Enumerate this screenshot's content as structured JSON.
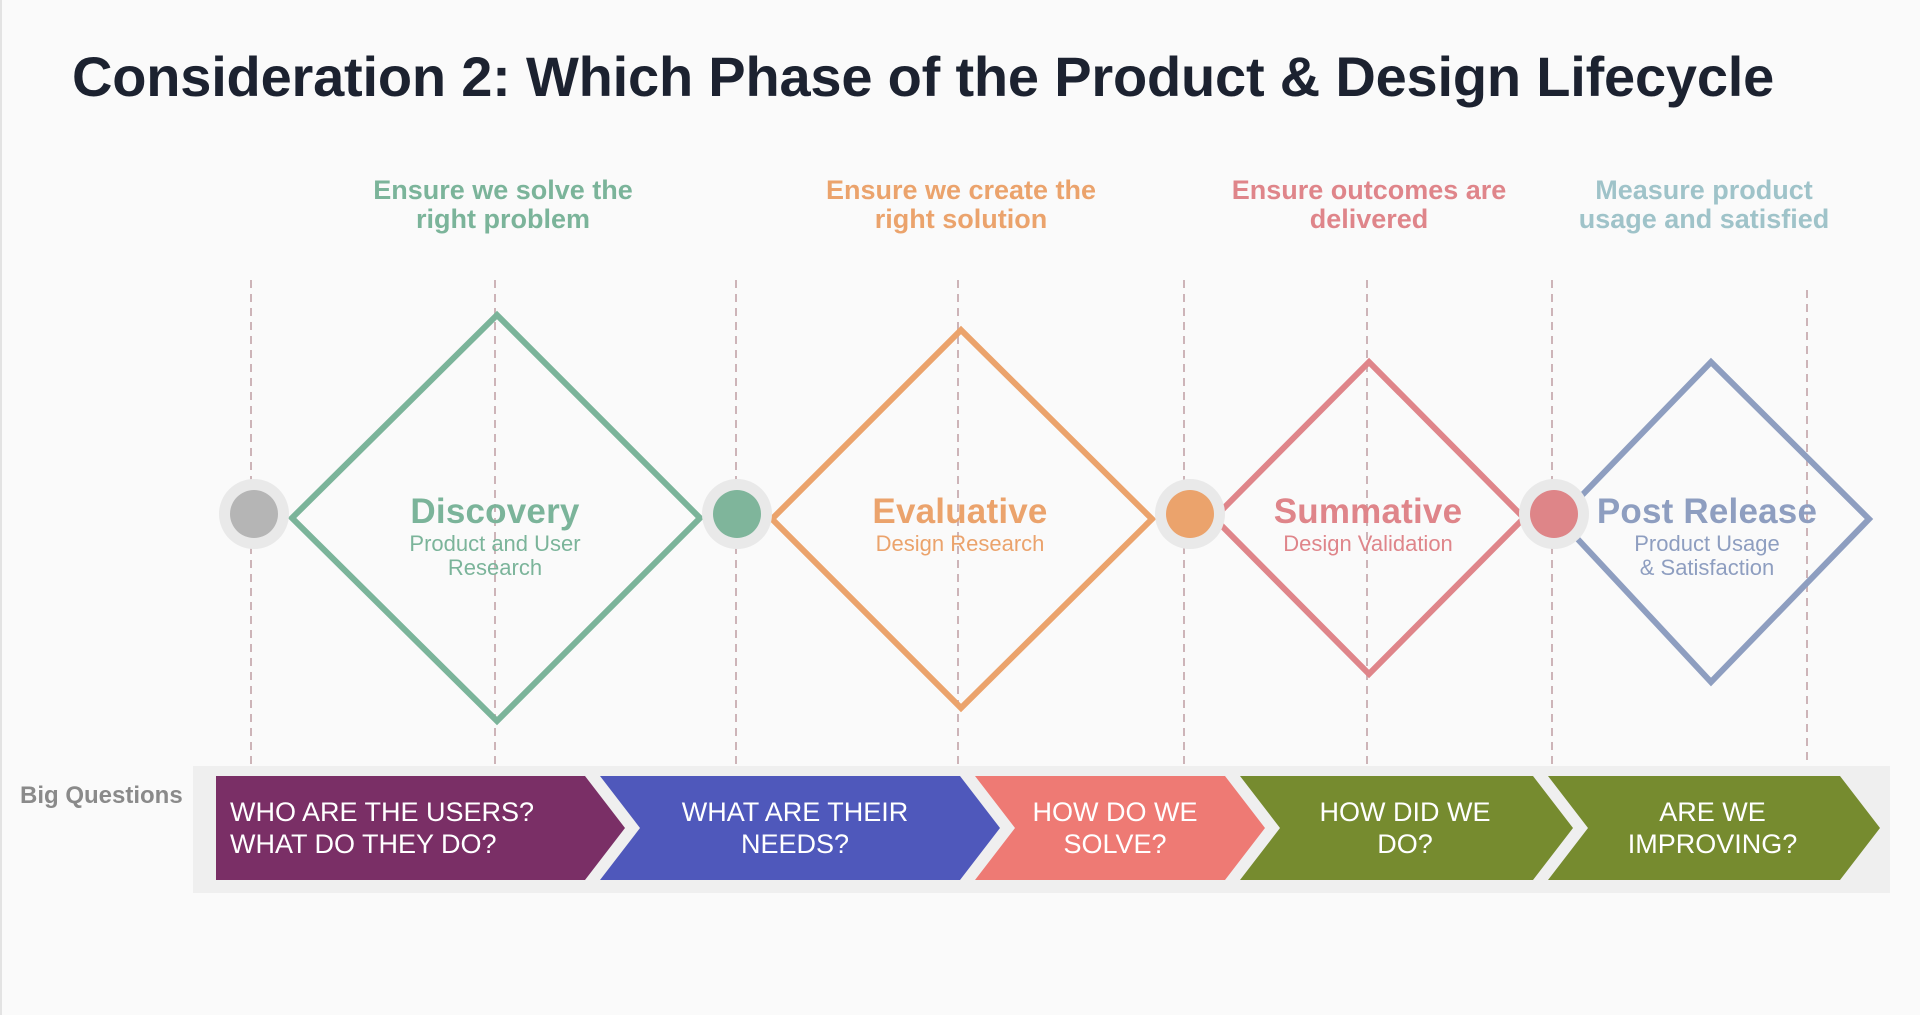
{
  "title": "Consideration 2: Which Phase of the Product & Design Lifecycle",
  "goals": [
    {
      "line1": "Ensure we solve the",
      "line2": "right problem",
      "color": "#7bb49a"
    },
    {
      "line1": "Ensure we create the",
      "line2": "right solution",
      "color": "#eba36c"
    },
    {
      "line1": "Ensure outcomes are",
      "line2": "delivered",
      "color": "#df858a"
    },
    {
      "line1": "Measure product",
      "line2": "usage and satisfied",
      "color": "#9fc3c9"
    }
  ],
  "phases": [
    {
      "name": "Discovery",
      "sub1": "Product and User",
      "sub2": "Research",
      "color": "#7bb49a"
    },
    {
      "name": "Evaluative",
      "sub1": "Design Research",
      "sub2": "",
      "color": "#eba36c"
    },
    {
      "name": "Summative",
      "sub1": "Design Validation",
      "sub2": "",
      "color": "#df858a"
    },
    {
      "name": "Post Release",
      "sub1": "Product Usage",
      "sub2": "& Satisfaction",
      "color": "#8e9ec0"
    }
  ],
  "nodes": [
    {
      "color": "#b5b5b5"
    },
    {
      "color": "#7fb59b"
    },
    {
      "color": "#eba36c"
    },
    {
      "color": "#de8588"
    }
  ],
  "big_questions": {
    "label": "Big Questions",
    "items": [
      {
        "line1": "WHO ARE THE USERS?",
        "line2": "WHAT DO THEY DO?",
        "color": "#7a2f66"
      },
      {
        "line1": "WHAT ARE THEIR",
        "line2": "NEEDS?",
        "color": "#4f58bb"
      },
      {
        "line1": "HOW DO WE",
        "line2": "SOLVE?",
        "color": "#ee7a74"
      },
      {
        "line1": "HOW DID WE",
        "line2": "DO?",
        "color": "#768b2f"
      },
      {
        "line1": "ARE WE",
        "line2": "IMPROVING?",
        "color": "#768b2f"
      }
    ]
  }
}
